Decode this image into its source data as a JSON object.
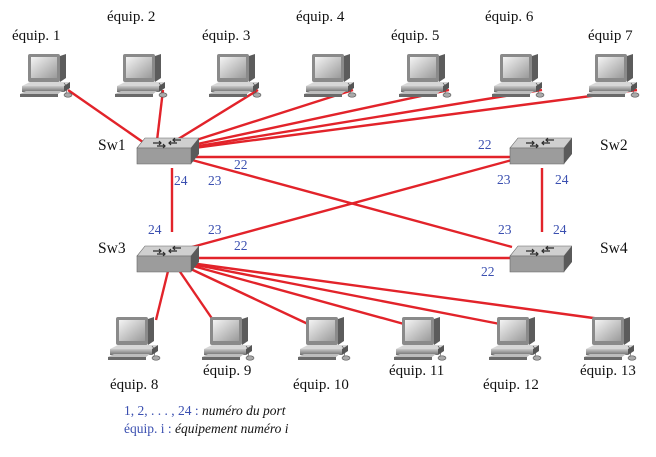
{
  "colors": {
    "link": "#e2232a",
    "port_text": "#3a4fb0"
  },
  "switches": [
    {
      "id": "sw1",
      "label": "Sw1"
    },
    {
      "id": "sw2",
      "label": "Sw2"
    },
    {
      "id": "sw3",
      "label": "Sw3"
    },
    {
      "id": "sw4",
      "label": "Sw4"
    }
  ],
  "devices": [
    {
      "id": "d1",
      "label": "équip. 1",
      "switch": "sw1"
    },
    {
      "id": "d2",
      "label": "équip. 2",
      "switch": "sw1"
    },
    {
      "id": "d3",
      "label": "équip. 3",
      "switch": "sw1"
    },
    {
      "id": "d4",
      "label": "équip. 4",
      "switch": "sw1"
    },
    {
      "id": "d5",
      "label": "équip. 5",
      "switch": "sw1"
    },
    {
      "id": "d6",
      "label": "équip. 6",
      "switch": "sw1"
    },
    {
      "id": "d7",
      "label": "équip 7",
      "switch": "sw1"
    },
    {
      "id": "d8",
      "label": "équip. 8",
      "switch": "sw3"
    },
    {
      "id": "d9",
      "label": "équip. 9",
      "switch": "sw3"
    },
    {
      "id": "d10",
      "label": "équip. 10",
      "switch": "sw3"
    },
    {
      "id": "d11",
      "label": "équip. 11",
      "switch": "sw3"
    },
    {
      "id": "d12",
      "label": "équip. 12",
      "switch": "sw3"
    },
    {
      "id": "d13",
      "label": "équip. 13",
      "switch": "sw3"
    }
  ],
  "links": [
    {
      "from": "sw1",
      "to": "sw2",
      "from_port": "22",
      "to_port": "22"
    },
    {
      "from": "sw1",
      "to": "sw3",
      "from_port": "24",
      "to_port": "24"
    },
    {
      "from": "sw1",
      "to": "sw4",
      "from_port": "23",
      "to_port": "23"
    },
    {
      "from": "sw2",
      "to": "sw3",
      "from_port": "23",
      "to_port": "23"
    },
    {
      "from": "sw2",
      "to": "sw4",
      "from_port": "24",
      "to_port": "24"
    },
    {
      "from": "sw3",
      "to": "sw4",
      "from_port": "22",
      "to_port": "22"
    }
  ],
  "legend": {
    "ports_key": "1, 2, . . . , 24",
    "ports_desc": "numéro du port",
    "equip_key": "équip. i",
    "equip_desc": "équipement numéro i"
  }
}
